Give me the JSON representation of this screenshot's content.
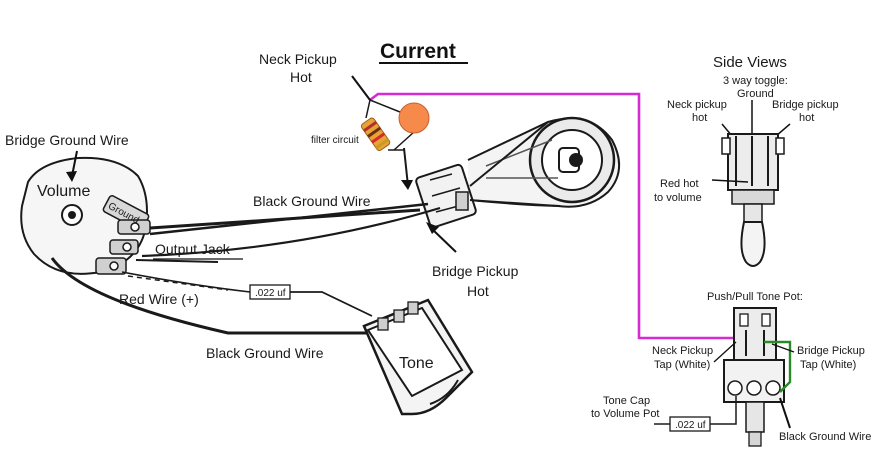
{
  "title": "Current",
  "labels": {
    "neck_pickup_hot_1": "Neck Pickup",
    "neck_pickup_hot_2": "Hot",
    "filter_circuit": "filter circuit",
    "bridge_ground_wire": "Bridge Ground Wire",
    "volume": "Volume",
    "ground": "Ground",
    "black_ground_wire_top": "Black Ground Wire",
    "output_jack": "Output Jack",
    "red_wire": "Red Wire (+)",
    "cap_value_left": ".022 uf",
    "black_ground_wire_bottom": "Black Ground Wire",
    "tone": "Tone",
    "bridge_pickup_hot_1": "Bridge Pickup",
    "bridge_pickup_hot_2": "Hot"
  },
  "side_views": {
    "title": "Side Views",
    "subtitle_1": "3 way toggle:",
    "subtitle_2": "Ground",
    "neck_pickup_1": "Neck pickup",
    "neck_pickup_2": "hot",
    "bridge_pickup_1": "Bridge pickup",
    "bridge_pickup_2": "hot",
    "red_hot_1": "Red hot",
    "red_hot_2": "to volume"
  },
  "tone_pot": {
    "title": "Push/Pull Tone Pot:",
    "neck_tap_1": "Neck Pickup",
    "neck_tap_2": "Tap (White)",
    "bridge_tap_1": "Bridge Pickup",
    "bridge_tap_2": "Tap (White)",
    "tone_cap_1": "Tone Cap",
    "tone_cap_2": "to Volume Pot",
    "cap_value": ".022 uf",
    "black_ground_wire": "Black Ground Wire"
  },
  "colors": {
    "magenta_wire": "#d42bd4",
    "green_wire": "#2a8a2a",
    "filter_capacitor": "#f58a4a",
    "resistor": "#e8a23a"
  }
}
